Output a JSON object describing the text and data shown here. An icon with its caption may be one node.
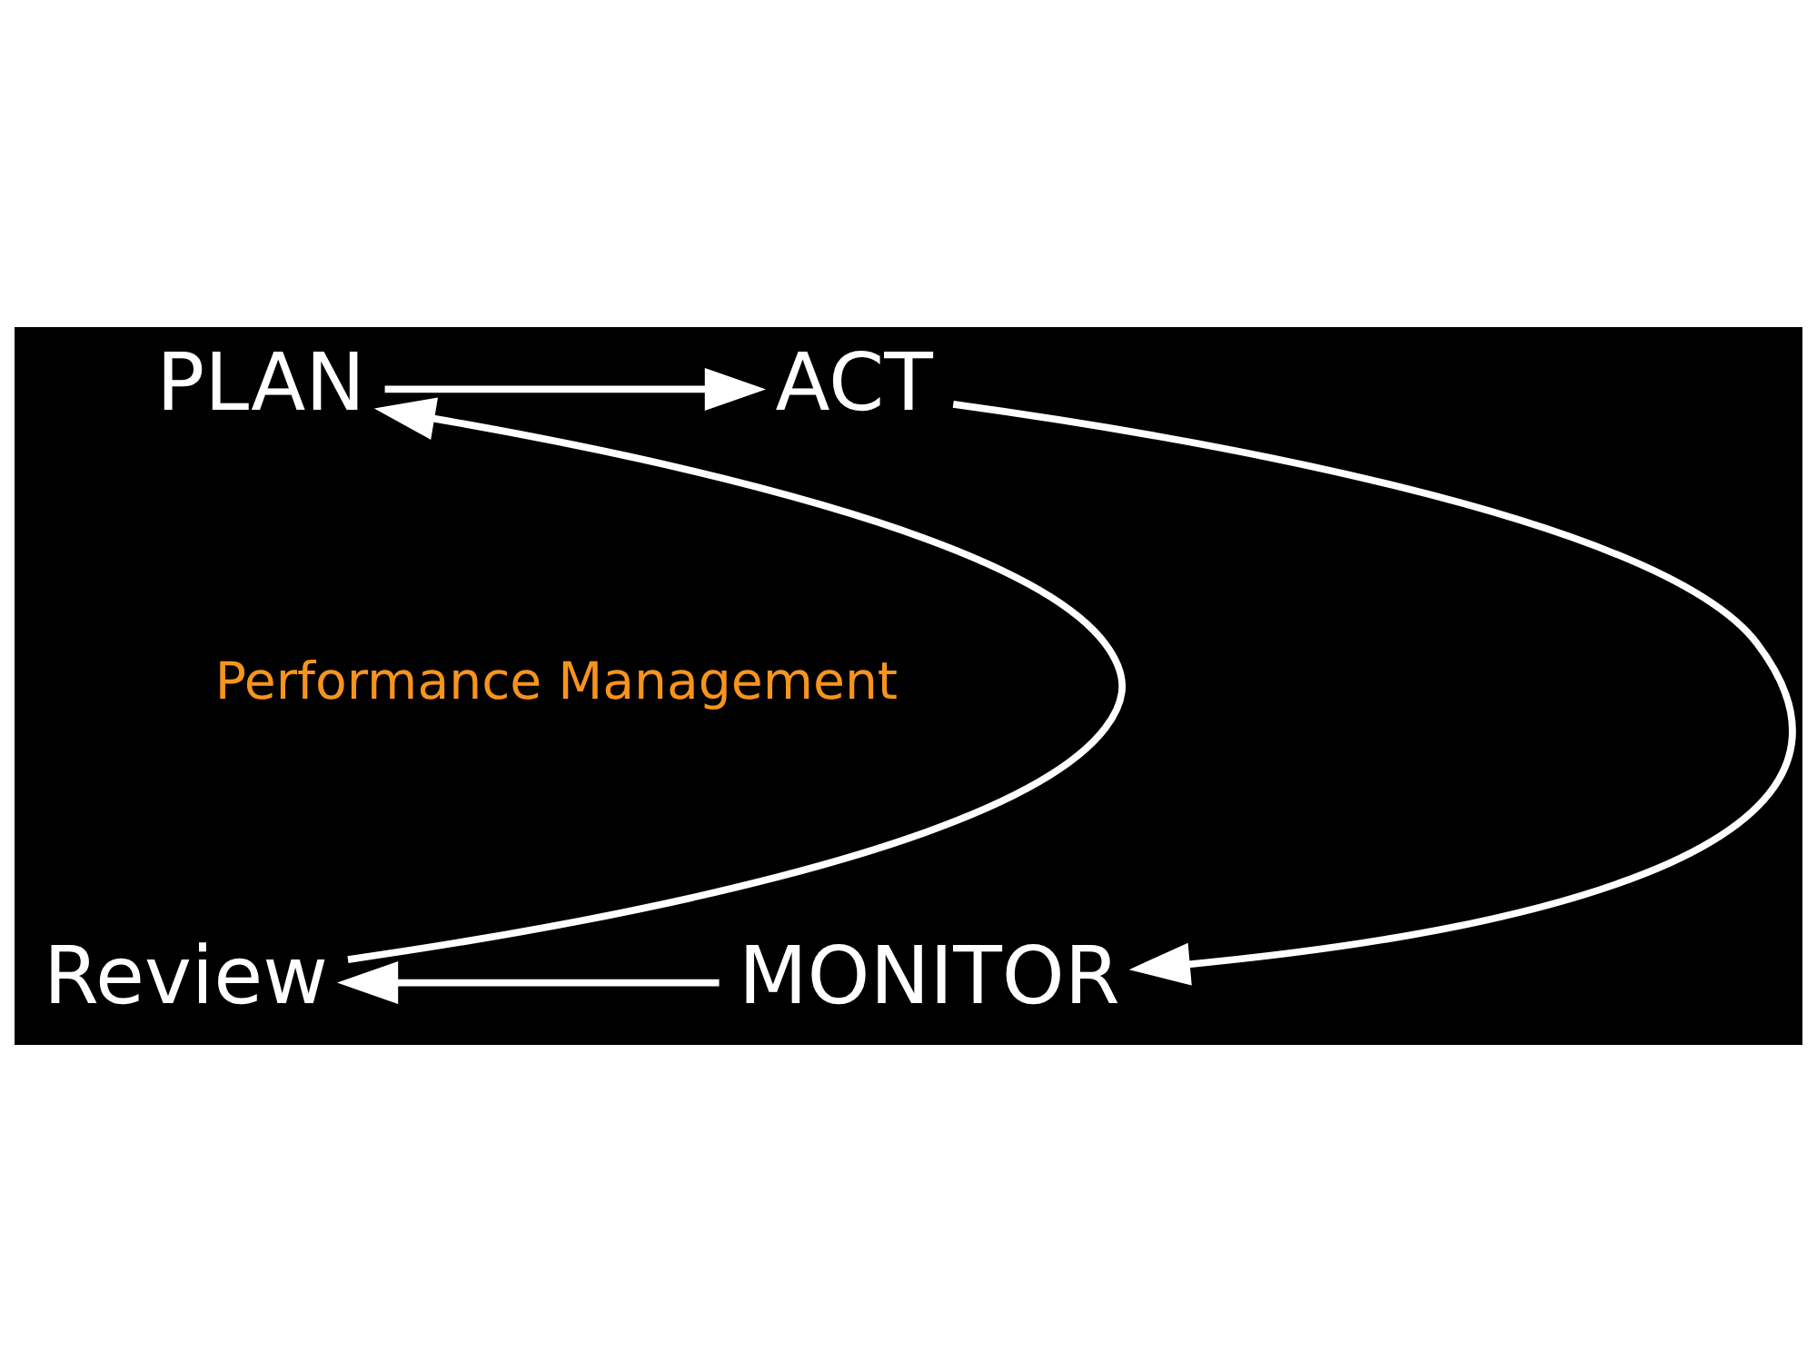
{
  "diagram": {
    "nodes": [
      {
        "text": [
          "PLAN"
        ]
      },
      {
        "text": [
          "ACT"
        ]
      },
      {
        "text": [
          "Performance Management"
        ]
      },
      {
        "text": [
          "Review"
        ]
      },
      {
        "text": [
          "MONITOR"
        ]
      }
    ],
    "edges": [
      {
        "from": 0,
        "to": 1,
        "arrow": "to"
      },
      {
        "from": 1,
        "to": 4,
        "arrow": "to"
      },
      {
        "from": 4,
        "to": 3,
        "arrow": "to"
      },
      {
        "from": 3,
        "to": 0,
        "arrow": "to"
      }
    ]
  }
}
